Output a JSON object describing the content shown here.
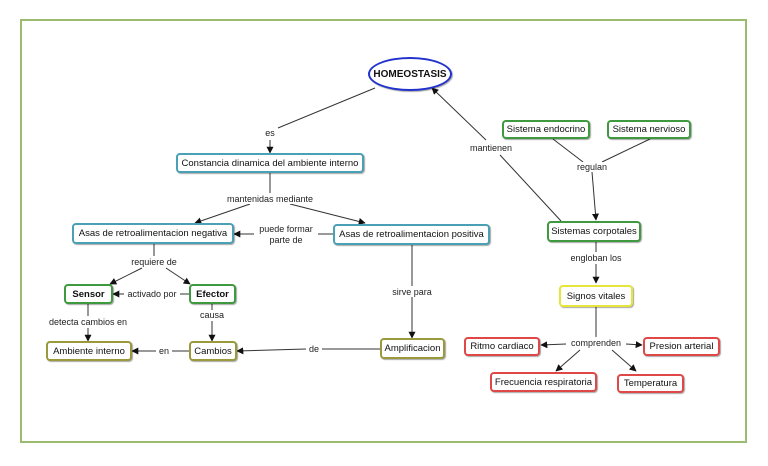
{
  "nodes": {
    "homeostasis": "HOMEOSTASIS",
    "constancia": "Constancia dinamica del ambiente interno",
    "negativa": "Asas de retroalimentacion negativa",
    "positiva": "Asas de retroalimentacion positiva",
    "sensor": "Sensor",
    "efector": "Efector",
    "ambiente": "Ambiente interno",
    "cambios": "Cambios",
    "amplificacion": "Amplificacion",
    "endocrino": "Sistema endocrino",
    "nervioso": "Sistema nervioso",
    "corporales": "Sistemas corpotales",
    "signos": "Signos vitales",
    "ritmo": "Ritmo cardiaco",
    "presion": "Presion arterial",
    "frecuencia": "Frecuencia respiratoria",
    "temperatura": "Temperatura"
  },
  "labels": {
    "es": "es",
    "mantenidas": "mantenidas mediante",
    "puede_formar": "puede formar",
    "parte_de": "parte de",
    "requiere": "requiere de",
    "activado": "activado por",
    "causa": "causa",
    "detecta": "detecta cambios en",
    "en": "en",
    "de": "de",
    "sirve": "sirve para",
    "mantienen": "mantienen",
    "regulan": "regulan",
    "engloban": "engloban los",
    "comprenden": "comprenden"
  },
  "colors": {
    "frame": "#9bbb6f",
    "teal": "#4aa0b4",
    "green": "#3f9a3f",
    "olive": "#9a9a3c",
    "yellow": "#e6e63a",
    "red": "#e04848",
    "ellipse": "#2233cc"
  }
}
